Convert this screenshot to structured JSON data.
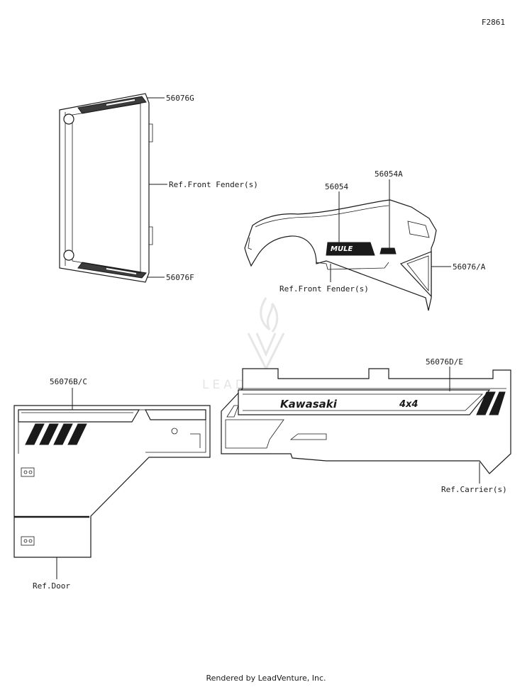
{
  "figure_code": "F2861",
  "watermark": "LEADVENTURE",
  "footer": "Rendered by LeadVenture, Inc.",
  "callouts": {
    "c56076g": "56076G",
    "c56076f": "56076F",
    "ref_front_fender_1": "Ref.Front Fender(s)",
    "c56054": "56054",
    "c56054a": "56054A",
    "c56076a": "56076/A",
    "ref_front_fender_2": "Ref.Front Fender(s)",
    "c56076bc": "56076B/C",
    "c56076de": "56076D/E",
    "ref_door": "Ref.Door",
    "ref_carrier": "Ref.Carrier(s)"
  },
  "decal_text": {
    "brand": "Kawasaki",
    "drive": "4x4",
    "model": "MULE"
  }
}
